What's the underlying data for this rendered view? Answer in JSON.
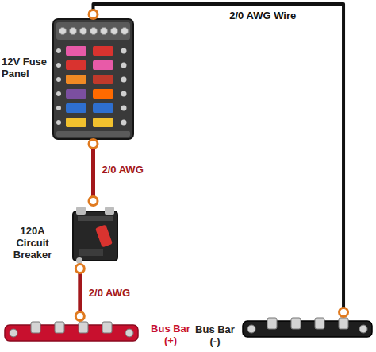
{
  "diagram": {
    "nodes": [
      {
        "text": [
          "12V Fuse Panel"
        ]
      },
      {
        "text": [
          "120A Circuit Breaker"
        ]
      },
      {
        "text": [
          "Bus Bar (+)"
        ]
      },
      {
        "text": [
          "Bus Bar (-)"
        ]
      }
    ],
    "edges": [
      {
        "from": 0,
        "to": 1,
        "arrow": "none",
        "label": "2/0 AWG"
      },
      {
        "from": 1,
        "to": 2,
        "arrow": "none",
        "label": "2/0 AWG"
      },
      {
        "from": 0,
        "to": 3,
        "arrow": "none",
        "label": "2/0 AWG Wire"
      }
    ]
  }
}
